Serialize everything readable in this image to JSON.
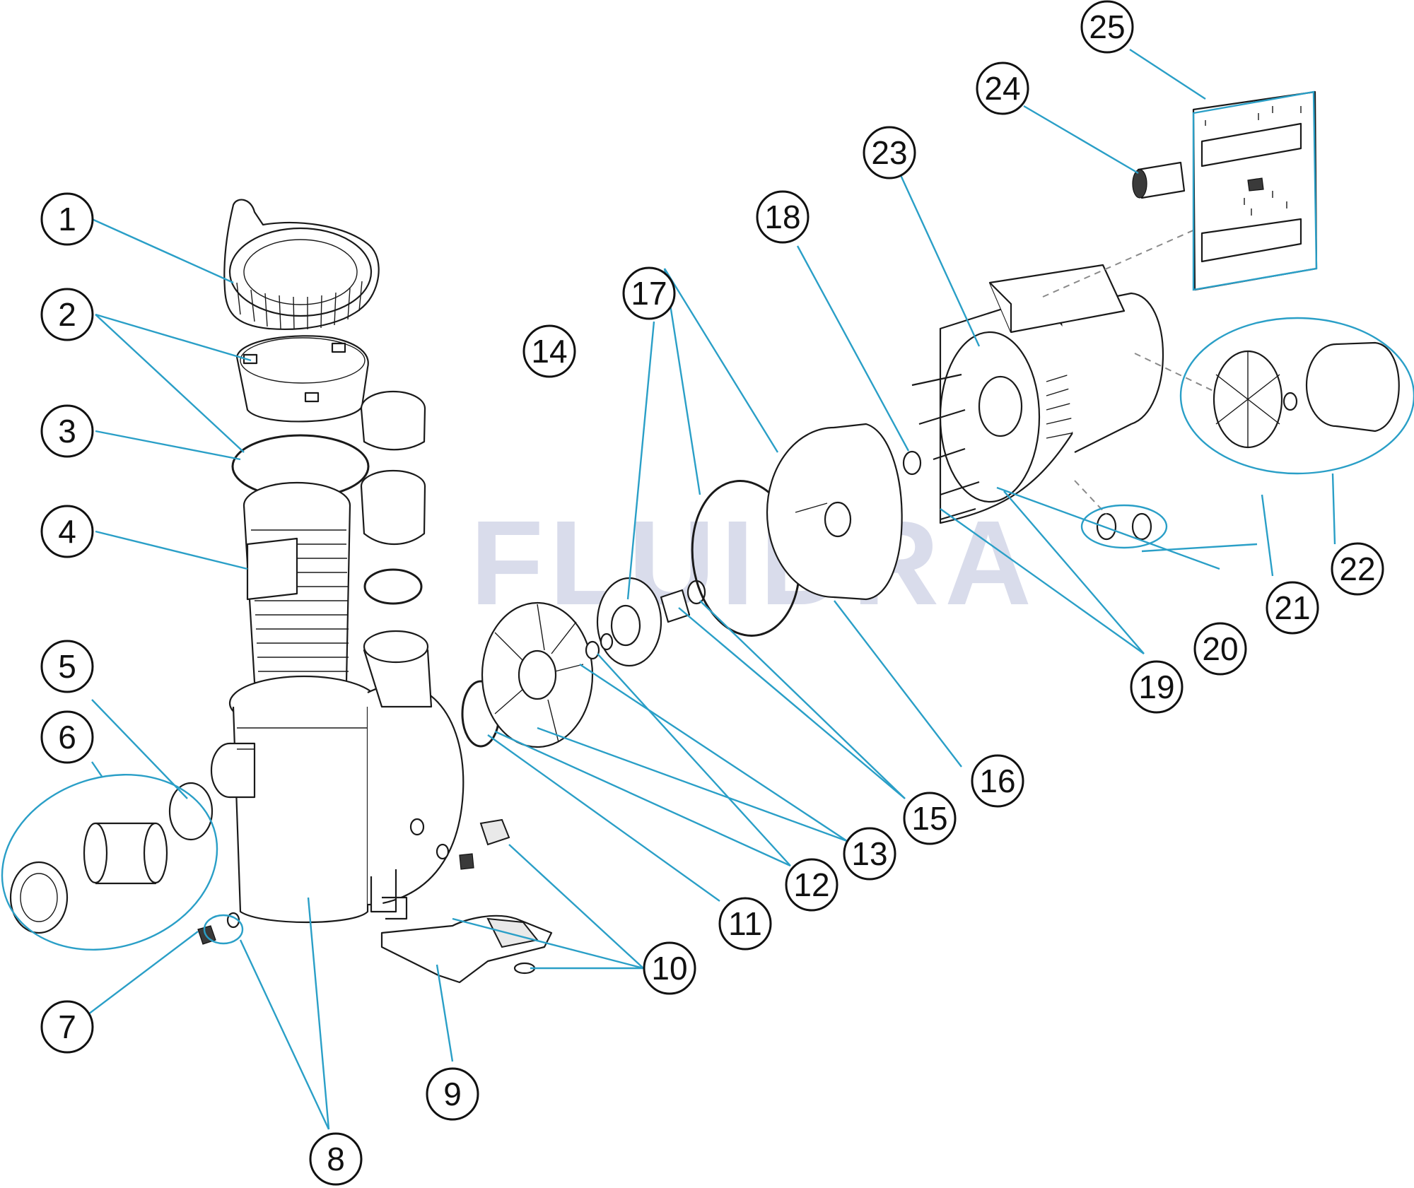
{
  "watermark": "FLUIDRA",
  "callouts": [
    "1",
    "2",
    "3",
    "4",
    "5",
    "6",
    "7",
    "8",
    "9",
    "10",
    "11",
    "12",
    "13",
    "14",
    "15",
    "16",
    "17",
    "18",
    "19",
    "20",
    "21",
    "22",
    "23",
    "24",
    "25"
  ],
  "colors": {
    "leader": "#2a9fc7",
    "watermark": "#d3d6e8",
    "outline": "#1a1a1a"
  }
}
